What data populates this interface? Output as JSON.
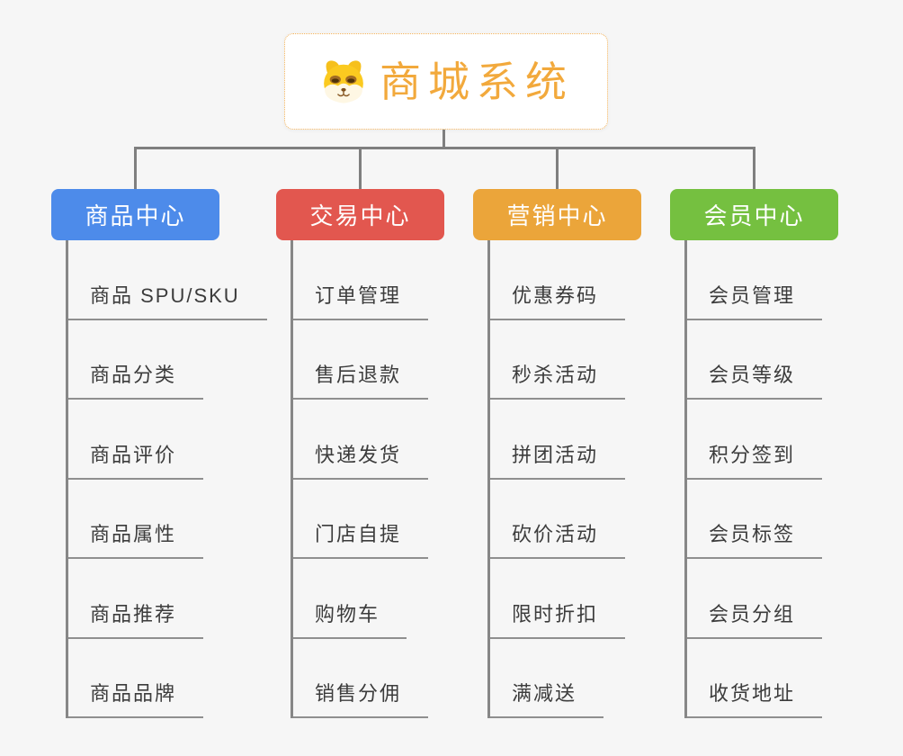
{
  "root": {
    "title": "商城系统",
    "title_color": "#f2a93c",
    "icon": "dog-face-icon"
  },
  "branches": [
    {
      "label": "商品中心",
      "color": "#4d8bea",
      "children": [
        "商品 SPU/SKU",
        "商品分类",
        "商品评价",
        "商品属性",
        "商品推荐",
        "商品品牌"
      ]
    },
    {
      "label": "交易中心",
      "color": "#e2574f",
      "children": [
        "订单管理",
        "售后退款",
        "快递发货",
        "门店自提",
        "购物车",
        "销售分佣"
      ]
    },
    {
      "label": "营销中心",
      "color": "#eba53a",
      "children": [
        "优惠券码",
        "秒杀活动",
        "拼团活动",
        "砍价活动",
        "限时折扣",
        "满减送"
      ]
    },
    {
      "label": "会员中心",
      "color": "#75c040",
      "children": [
        "会员管理",
        "会员等级",
        "积分签到",
        "会员标签",
        "会员分组",
        "收货地址"
      ]
    }
  ]
}
